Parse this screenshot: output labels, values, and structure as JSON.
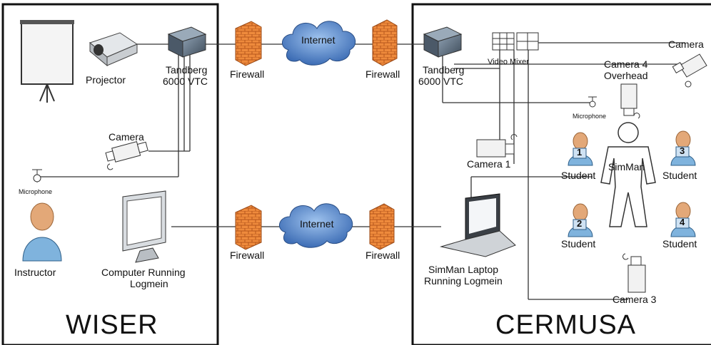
{
  "regions": {
    "left": "WISER",
    "right": "CERMUSA"
  },
  "labels": {
    "projector": "Projector",
    "tandberg_left_1": "Tandberg",
    "tandberg_left_2": "6000 VTC",
    "firewall_top_left": "Firewall",
    "internet_top": "Internet",
    "firewall_top_right": "Firewall",
    "tandberg_right_1": "Tandberg",
    "tandberg_right_2": "6000 VTC",
    "video_mixer": "Video Mixer",
    "camera_right": "Camera",
    "camera4_1": "Camera 4",
    "camera4_2": "Overhead",
    "camera_left": "Camera",
    "microphone_left": "Microphone",
    "microphone_right": "Microphone",
    "camera1": "Camera 1",
    "simman": "SimMan",
    "student1": "Student",
    "student2": "Student",
    "student3": "Student",
    "student4": "Student",
    "num1": "1",
    "num2": "2",
    "num3": "3",
    "num4": "4",
    "instructor": "Instructor",
    "computer_1": "Computer Running",
    "computer_2": "Logmein",
    "firewall_bottom_left": "Firewall",
    "internet_bottom": "Internet",
    "firewall_bottom_right": "Firewall",
    "laptop_1": "SimMan Laptop",
    "laptop_2": "Running Logmein",
    "camera3": "Camera 3"
  },
  "colors": {
    "firewall": "#e8823a",
    "cloud": "#4f7fc4",
    "person_body": "#7fb3dd",
    "person_head": "#e3a878"
  }
}
